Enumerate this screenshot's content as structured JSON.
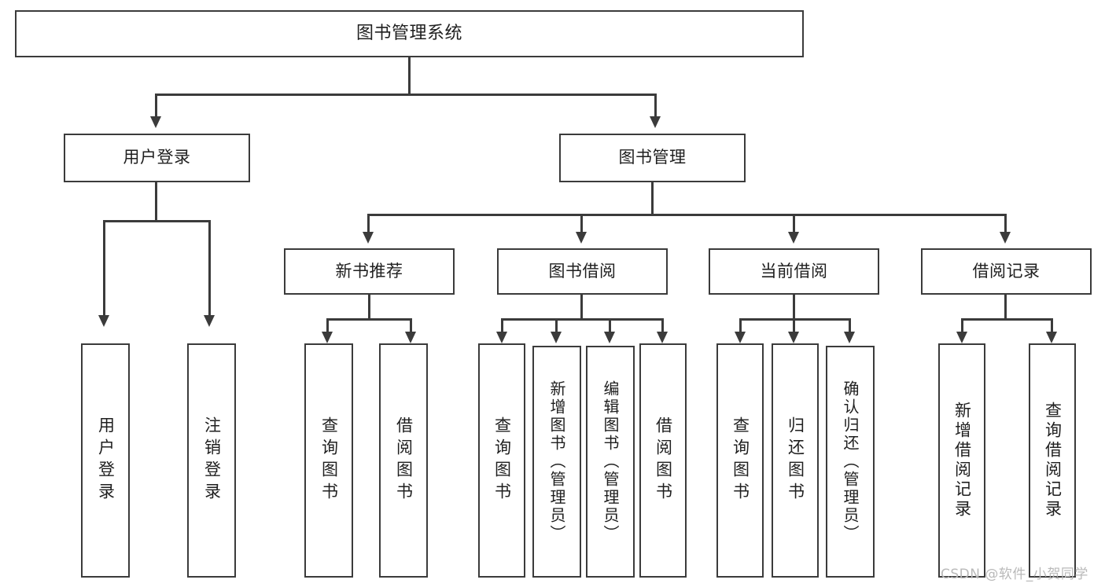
{
  "diagram": {
    "type": "tree-hierarchy",
    "title": "图书管理系统",
    "watermark": "CSDN @软件_小贺同学",
    "root": {
      "id": "root",
      "label": "图书管理系统"
    },
    "level2": [
      {
        "id": "user-login",
        "label": "用户登录"
      },
      {
        "id": "book-manage",
        "label": "图书管理"
      }
    ],
    "level3": [
      {
        "id": "new-book-recommend",
        "label": "新书推荐",
        "parent": "book-manage"
      },
      {
        "id": "book-borrow",
        "label": "图书借阅",
        "parent": "book-manage"
      },
      {
        "id": "current-borrow",
        "label": "当前借阅",
        "parent": "book-manage"
      },
      {
        "id": "borrow-record",
        "label": "借阅记录",
        "parent": "book-manage"
      }
    ],
    "leaves": [
      {
        "id": "leaf-user-login",
        "label": "用户登录",
        "parent": "user-login"
      },
      {
        "id": "leaf-logout",
        "label": "注销登录",
        "parent": "user-login"
      },
      {
        "id": "leaf-query-book-1",
        "label": "查询图书",
        "parent": "new-book-recommend"
      },
      {
        "id": "leaf-borrow-book-1",
        "label": "借阅图书",
        "parent": "new-book-recommend"
      },
      {
        "id": "leaf-query-book-2",
        "label": "查询图书",
        "parent": "book-borrow"
      },
      {
        "id": "leaf-add-book",
        "label": "新增图书（管理员）",
        "parent": "book-borrow"
      },
      {
        "id": "leaf-edit-book",
        "label": "编辑图书（管理员）",
        "parent": "book-borrow"
      },
      {
        "id": "leaf-borrow-book-2",
        "label": "借阅图书",
        "parent": "book-borrow"
      },
      {
        "id": "leaf-query-book-3",
        "label": "查询图书",
        "parent": "current-borrow"
      },
      {
        "id": "leaf-return-book",
        "label": "归还图书",
        "parent": "current-borrow"
      },
      {
        "id": "leaf-confirm-return",
        "label": "确认归还（管理员）",
        "parent": "current-borrow"
      },
      {
        "id": "leaf-add-record",
        "label": "新增借阅记录",
        "parent": "borrow-record"
      },
      {
        "id": "leaf-query-record",
        "label": "查询借阅记录",
        "parent": "borrow-record"
      }
    ],
    "colors": {
      "stroke": "#3b3b3b",
      "fill": "#ffffff",
      "text": "#1f1f1f",
      "watermark": "#b9b9b9"
    }
  }
}
